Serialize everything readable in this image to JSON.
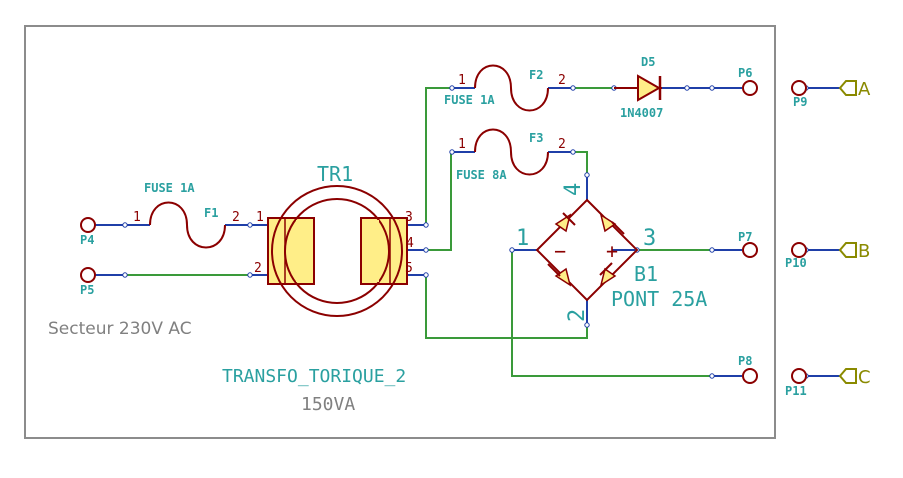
{
  "colors": {
    "background": "#ffffff",
    "frame": "#8c8c8c",
    "wire": "#3a9a3a",
    "pin_line": "#1f3fa8",
    "symbol_body": "#8b0000",
    "symbol_fill": "#ffee88",
    "ref_text": "#2aa0a0",
    "pin_text": "#8b0000",
    "note_text": "#808080",
    "port_text": "#8a8a00"
  },
  "labels": {
    "f1_value": "FUSE 1A",
    "f1_ref": "F1",
    "f2_value": "FUSE 1A",
    "f2_ref": "F2",
    "f3_value": "FUSE 8A",
    "f3_ref": "F3",
    "d5_ref": "D5",
    "d5_value": "1N4007",
    "tr1_ref": "TR1",
    "tr1_value": "TRANSFO_TORIQUE_2",
    "tr1_power": "150VA",
    "b1_ref": "B1",
    "b1_value": "PONT 25A",
    "mains_note": "Secteur 230V AC",
    "p4": "P4",
    "p5": "P5",
    "p6": "P6",
    "p7": "P7",
    "p8": "P8",
    "p9": "P9",
    "p10": "P10",
    "p11": "P11",
    "port_a": "A",
    "port_b": "B",
    "port_c": "C"
  },
  "pin_numbers": {
    "f1_pin1": "1",
    "f1_pin2": "2",
    "f2_pin1": "1",
    "f2_pin2": "2",
    "f3_pin1": "1",
    "f3_pin2": "2",
    "tr_pin1": "1",
    "tr_pin2": "2",
    "tr_pin3": "3",
    "tr_pin4": "4",
    "tr_pin5": "5",
    "bridge_pin1": "1",
    "bridge_pin2": "2",
    "bridge_pin3": "3",
    "bridge_pin4": "4",
    "bridge_minus": "−",
    "bridge_plus": "+"
  }
}
